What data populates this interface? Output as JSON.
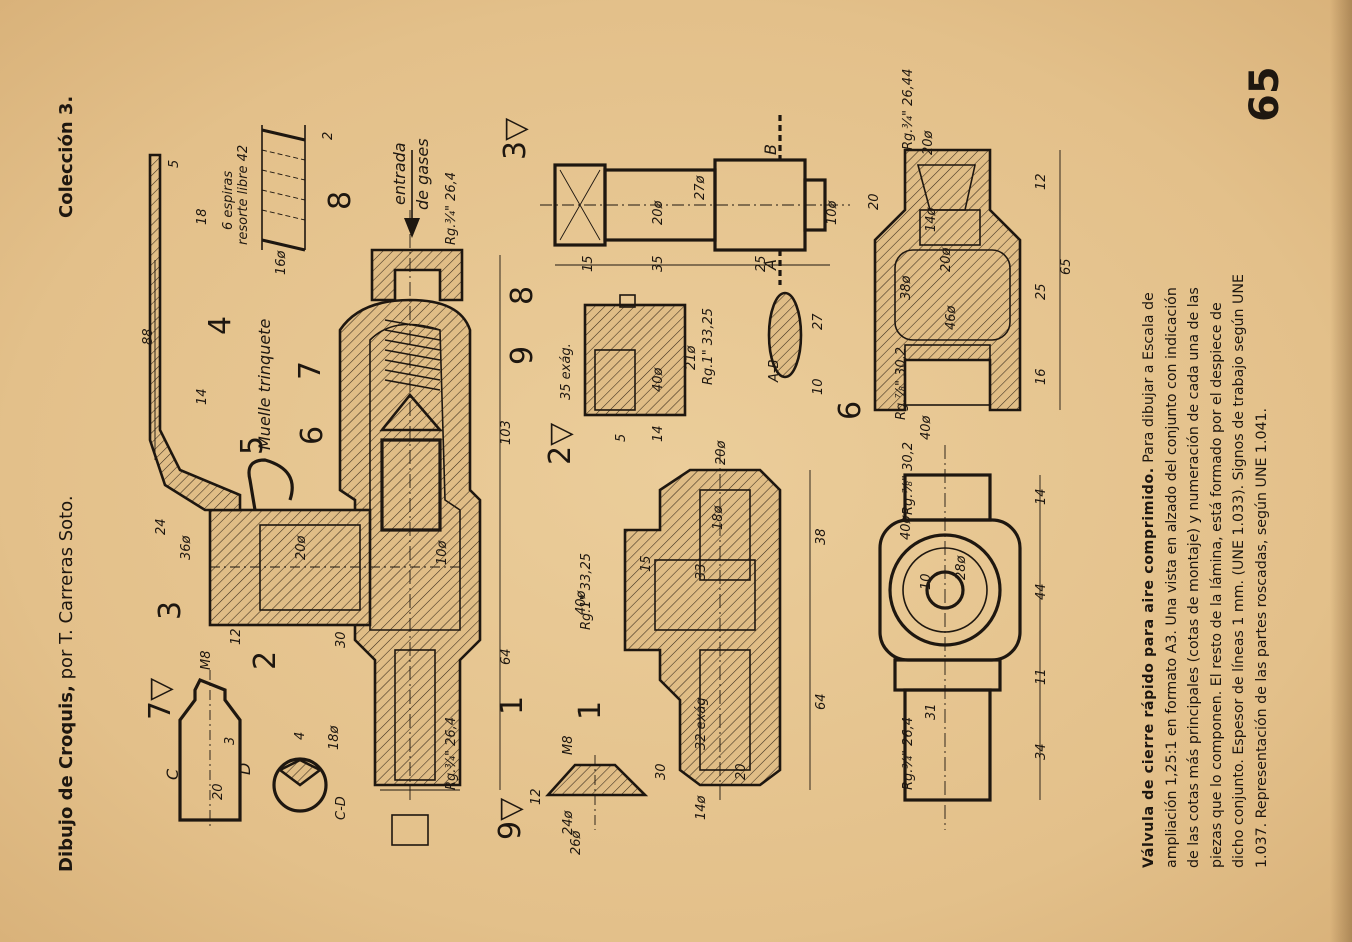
{
  "header": {
    "title_bold": "Dibujo de Croquis,",
    "title_rest": " por T. Carreras Soto.",
    "collection": "Colección 3.",
    "page_number": "65"
  },
  "caption": {
    "title": "Válvula de cierre rápido para aire comprimido.",
    "body": "Para dibujar a Escala de ampliación 1,25:1 en formato A3. Una vista en alzado del conjunto con indicación de las cotas más principales (cotas de montaje) y numeración de cada una de las piezas que lo componen. El resto de la lámina, está formado por el despiece de dicho conjunto. Espesor de líneas 1 mm. (UNE 1.033). Signos de trabajo según UNE 1.037. Representación de las partes roscadas, según UNE 1.041."
  },
  "drawing": {
    "part_labels": {
      "p1": "1",
      "p2": "2",
      "p3": "3",
      "p4": "4",
      "p5": "5",
      "p6": "6",
      "p7": "7",
      "p8": "8",
      "p9": "9",
      "p1b": "1",
      "p2b": "2▽",
      "p3b": "3▽",
      "p6b": "6",
      "p7b": "7▽",
      "p8b": "8",
      "p9b": "9▽"
    },
    "notes": {
      "muelle": "Muelle trinquete",
      "entrada1": "entrada",
      "entrada2": "de gases",
      "espiras1": "6 espiras",
      "espiras2": "resorte libre 42",
      "exag": "35 exág.",
      "ab": "A-B",
      "cd": "C-D",
      "c": "C",
      "d": "D",
      "a": "A",
      "b": "B"
    },
    "dims": {
      "d88": "88",
      "d18": "18",
      "d5": "5",
      "d14": "14",
      "d24": "24",
      "d36": "36ø",
      "d20": "20ø",
      "d12": "12",
      "d30": "30",
      "d64": "64",
      "d103": "103",
      "d10": "10ø",
      "rg1": "Rg.¾\" 26,4",
      "rg2": "Rg.¾\" 26,4",
      "d16": "16ø",
      "d2": "2",
      "m8": "M8",
      "d20b": "20",
      "d3": "3",
      "d18b": "18ø",
      "d4": "4",
      "d15": "15",
      "d35": "35",
      "d25": "25",
      "d27": "27ø",
      "d10b": "10ø",
      "d20c": "20ø",
      "d40": "40ø",
      "d21": "21ø",
      "rg3": "Rg.1\" 33,25",
      "d27b": "27",
      "d10c": "10",
      "d5b": "5",
      "d14b": "14",
      "d20d": "20ø",
      "d18c": "18ø",
      "d33": "33",
      "d40b": "40ø",
      "rg4": "Rg.1\" 33,25",
      "d15b": "15",
      "d38": "38",
      "d64b": "64",
      "d32": "32 exág",
      "d30b": "30",
      "d20e": "20",
      "d14c": "14ø",
      "m8b": "M8",
      "d12b": "12",
      "d24b": "24ø",
      "d26": "26ø",
      "rg5": "Rg.¾\" 26,44",
      "d20f": "20ø",
      "d14d": "14ø",
      "d20g": "20ø",
      "d38b": "38ø",
      "d46": "46ø",
      "d40c": "40ø",
      "rg6": "Rg.⅞\" 30,2",
      "d65": "65",
      "d12c": "12",
      "d25b": "25",
      "d16b": "16",
      "d20h": "20",
      "d14e": "14",
      "d44": "44",
      "d11": "11",
      "d34": "34",
      "d40d": "40ø",
      "d28": "28ø",
      "d10d": "10",
      "d31": "31",
      "rg7": "Rg.⅞\" 30,2",
      "rg8": "Rg.¾\" 26,4"
    }
  }
}
